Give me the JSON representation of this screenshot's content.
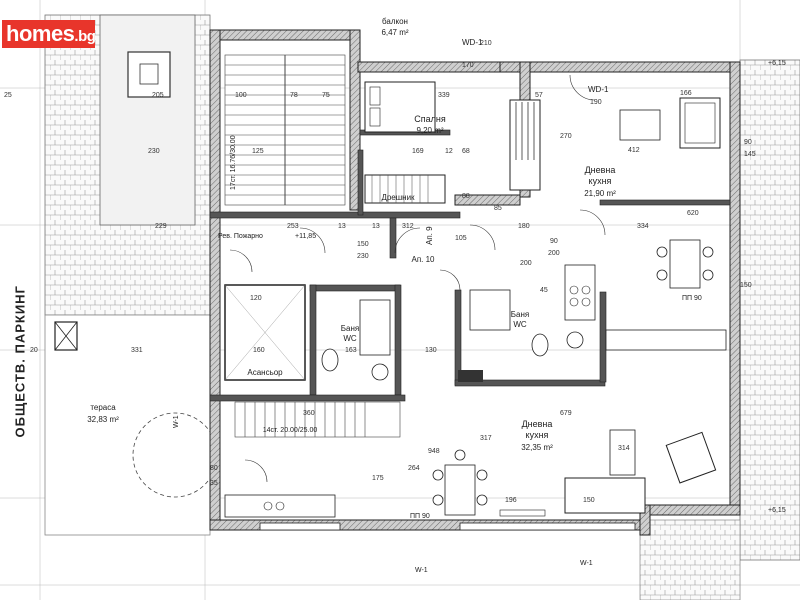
{
  "logo": {
    "brand": "homes",
    "suffix": ".bg"
  },
  "side_label": "ОБЩЕСТВ. ПАРКИНГ",
  "rooms": {
    "balcony": {
      "name": "балкон",
      "area": "6,47 m²"
    },
    "bedroom": {
      "name": "Спалня",
      "area": "9,20 m²"
    },
    "living_top": {
      "name": "Дневна\nкухня",
      "area": "21,90 m²"
    },
    "living_bottom": {
      "name": "Дневна\nкухня",
      "area": "32,35 m²"
    },
    "terrace": {
      "name": "тераса",
      "area": "32,83 m²"
    },
    "bath_left": {
      "name": "Баня\nWC"
    },
    "bath_right": {
      "name": "Баня\nWC"
    },
    "elevator": {
      "name": "Асансьор"
    },
    "closet": {
      "name": "Дрешник"
    },
    "ap9": {
      "name": "Ап. 9"
    },
    "ap10": {
      "name": "Ап. 10"
    }
  },
  "labels": {
    "stairs_upper": "17ст. 16.76/30.00",
    "stairs_lower": "14ст. 20.00/25.00",
    "fire_hydrant": "Рев. Пожарно",
    "level": "+11,85",
    "level_right_top": "+6,15",
    "level_right_bottom": "+6,15",
    "pp90_top": "ПП 90",
    "pp90_bottom": "ПП 90",
    "wd1": "WD-1",
    "wd1b": "WD-1",
    "w1_left": "W-1",
    "w1_bottom": "W-1",
    "w1_bottom2": "W-1"
  },
  "dimensions": [
    "100",
    "78",
    "75",
    "339",
    "253",
    "13",
    "312",
    "13",
    "105",
    "180",
    "90",
    "200",
    "150",
    "230",
    "412",
    "334",
    "190",
    "166",
    "620",
    "145",
    "90",
    "679",
    "948",
    "317",
    "264",
    "175",
    "196",
    "150",
    "314",
    "360",
    "331",
    "229",
    "120",
    "163",
    "130",
    "25",
    "20",
    "80",
    "205",
    "230",
    "125",
    "169",
    "12",
    "68",
    "88",
    "57",
    "270",
    "160",
    "200",
    "150",
    "210",
    "170",
    "35",
    "45",
    "85"
  ]
}
